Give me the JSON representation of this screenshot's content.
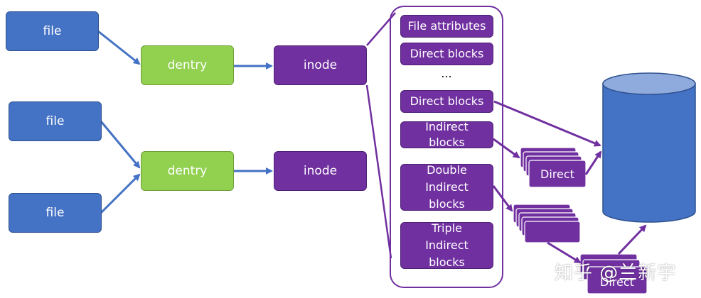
{
  "files": [
    "file",
    "file",
    "file"
  ],
  "dentries": [
    "dentry",
    "dentry"
  ],
  "inodes": [
    "inode",
    "inode"
  ],
  "inode_fields": {
    "file_attributes": "File attributes",
    "direct_blocks_1": "Direct blocks",
    "ellipsis": "...",
    "direct_blocks_2": "Direct blocks",
    "indirect_blocks": "Indirect blocks",
    "double_indirect_blocks": "Double Indirect blocks",
    "triple_indirect_blocks": "Triple Indirect blocks"
  },
  "direct_labels": [
    "Direct",
    "Direct"
  ],
  "colors": {
    "file": "#4472c4",
    "dentry": "#92d050",
    "inode": "#7030a0",
    "disk": "#4472c4"
  },
  "watermark": "知乎 @兰新宇"
}
